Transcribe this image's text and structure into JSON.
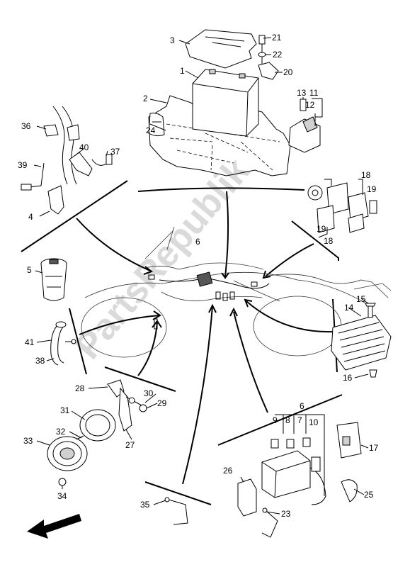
{
  "watermark": "PartsRepublik",
  "callouts": {
    "c1": "1",
    "c2": "2",
    "c3": "3",
    "c4": "4",
    "c5": "5",
    "c6a": "6",
    "c6b": "6",
    "c7": "7",
    "c8": "8",
    "c9": "9",
    "c10": "10",
    "c11": "11",
    "c12": "12",
    "c13": "13",
    "c14": "14",
    "c15": "15",
    "c16": "16",
    "c17": "17",
    "c18a": "18",
    "c18b": "18",
    "c19a": "19",
    "c19b": "19",
    "c20": "20",
    "c21": "21",
    "c22": "22",
    "c23": "23",
    "c24": "24",
    "c25": "25",
    "c26": "26",
    "c27": "27",
    "c28": "28",
    "c29": "29",
    "c30": "30",
    "c31": "31",
    "c32": "32",
    "c33": "33",
    "c34": "34",
    "c35": "35",
    "c36": "36",
    "c37": "37",
    "c38": "38",
    "c39": "39",
    "c40": "40",
    "c41": "41"
  },
  "direction_arrow": "front-arrow-icon"
}
